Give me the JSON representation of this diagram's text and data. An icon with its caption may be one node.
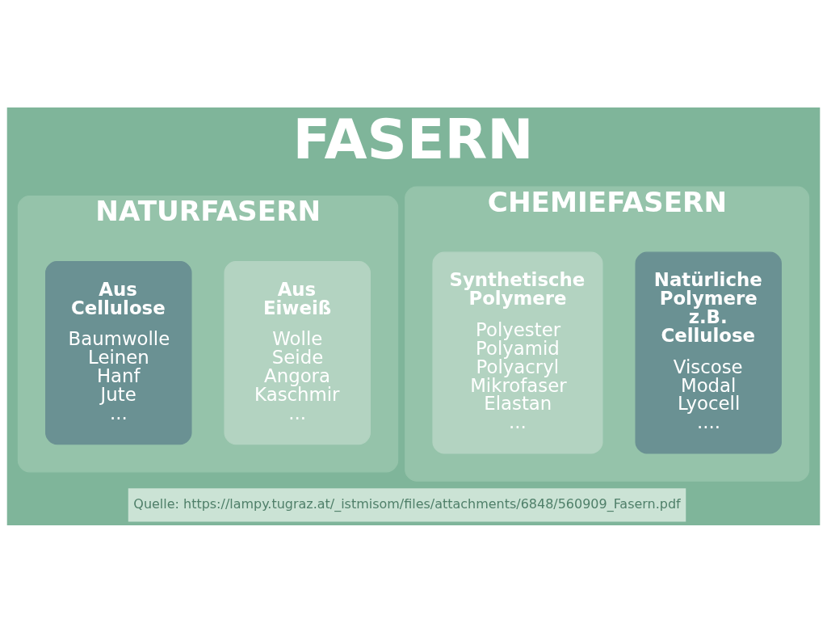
{
  "diagram": {
    "title": "FASERN",
    "nodes": [
      {
        "text": [
          "NATURFASERN"
        ]
      },
      {
        "text": [
          "Aus Eiweiß",
          "Wolle Seide Angora Kaschmir ..."
        ],
        "in": 0
      },
      {
        "text": [
          "Aus Cellulose",
          "Baumwolle Leinen Hanf Jute ..."
        ],
        "in": 0
      },
      {
        "text": [
          "CHEMIEFASERN"
        ]
      },
      {
        "text": [
          "Natürliche Polymere z.B. Cellulose",
          "Viscose Modal Lyocell ...."
        ],
        "in": 3
      },
      {
        "text": [
          "Synthetische Polymere",
          "Polyester Polyamid Polyacryl Mikrofaser Elastan ..."
        ],
        "in": 3
      }
    ],
    "labels": [
      "Quelle: https://lampy.tugraz.at/_istmisom/files/attachments/6848/560909_Fasern.pdf"
    ]
  }
}
